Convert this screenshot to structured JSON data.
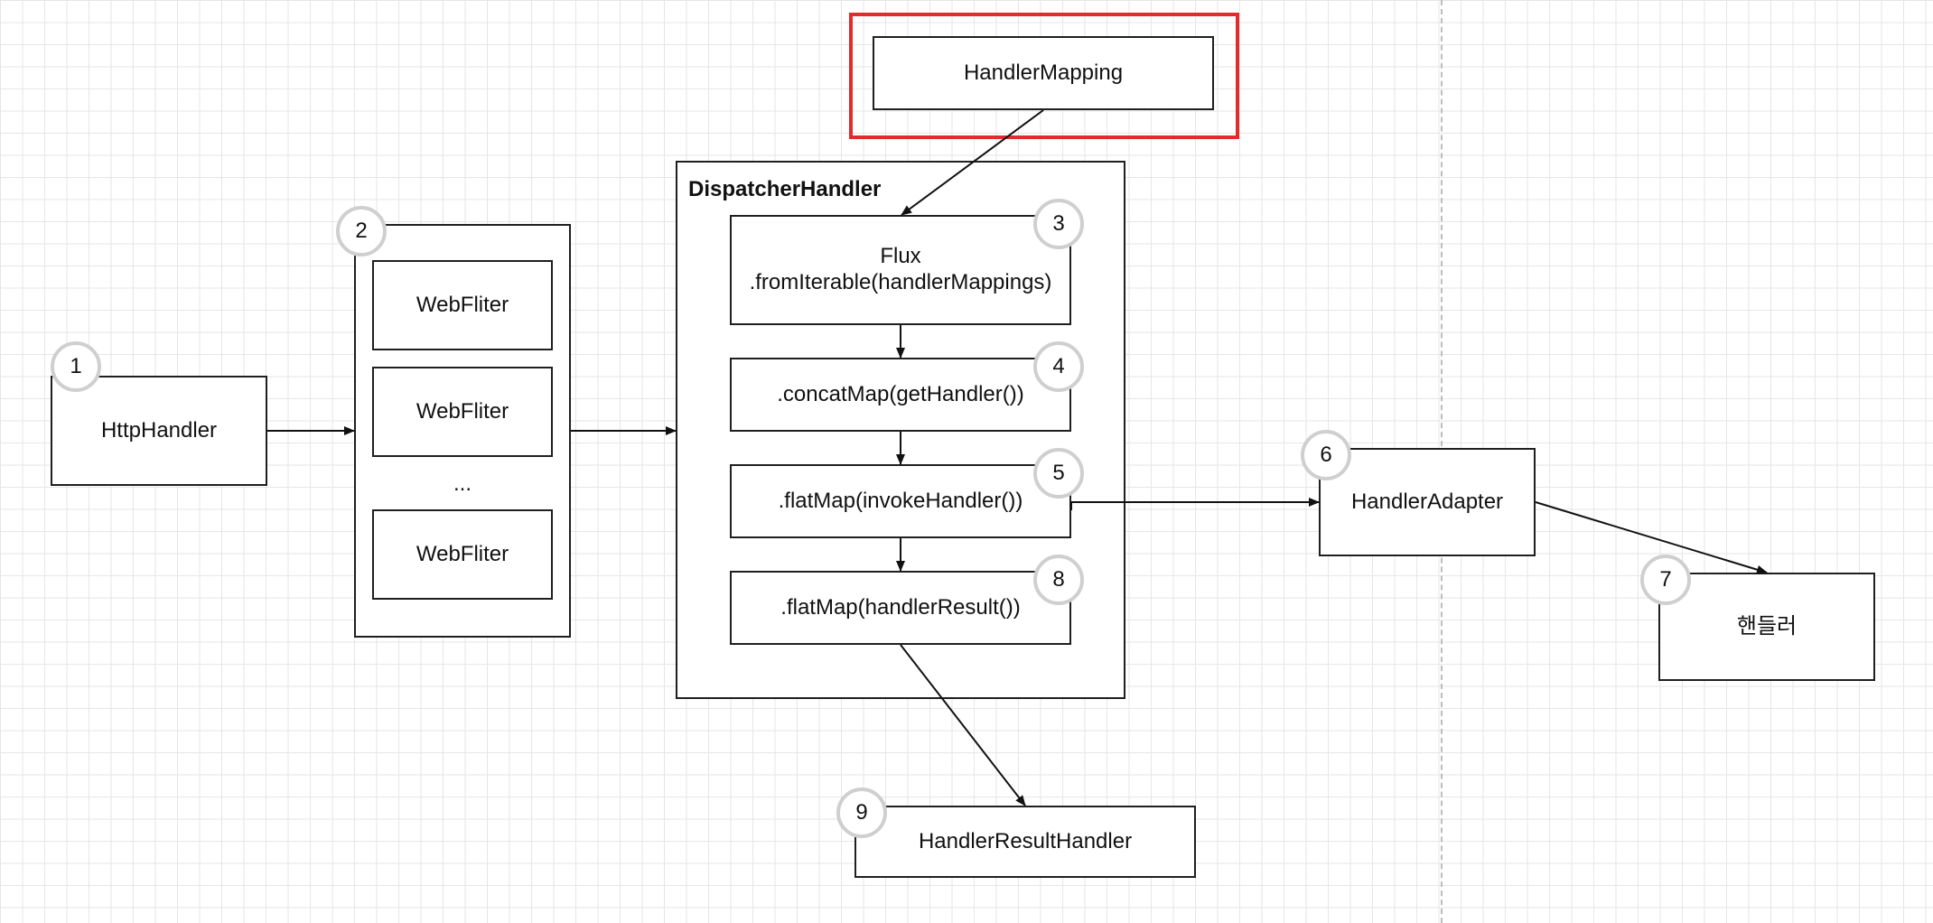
{
  "nodes": {
    "handler_mapping": "HandlerMapping",
    "dispatcher_title": "DispatcherHandler",
    "flux_line1": "Flux",
    "flux_line2": ".fromIterable(handlerMappings)",
    "concat_map": ".concatMap(getHandler())",
    "flat_map_invoke": ".flatMap(invokeHandler())",
    "flat_map_result": ".flatMap(handlerResult())",
    "http_handler": "HttpHandler",
    "web_filter": "WebFliter",
    "ellipsis": "...",
    "handler_adapter": "HandlerAdapter",
    "handler": "핸들러",
    "handler_result_handler": "HandlerResultHandler"
  },
  "badges": {
    "http_handler": "1",
    "filters": "2",
    "flux": "3",
    "concat_map": "4",
    "flat_map_invoke": "5",
    "handler_adapter": "6",
    "handler": "7",
    "flat_map_result": "8",
    "handler_result_handler": "9"
  },
  "colors": {
    "highlight": "#e32b2b",
    "stroke": "#1f1f1f",
    "badge_border": "#cfcfcf",
    "grid": "#e6e6e6"
  }
}
